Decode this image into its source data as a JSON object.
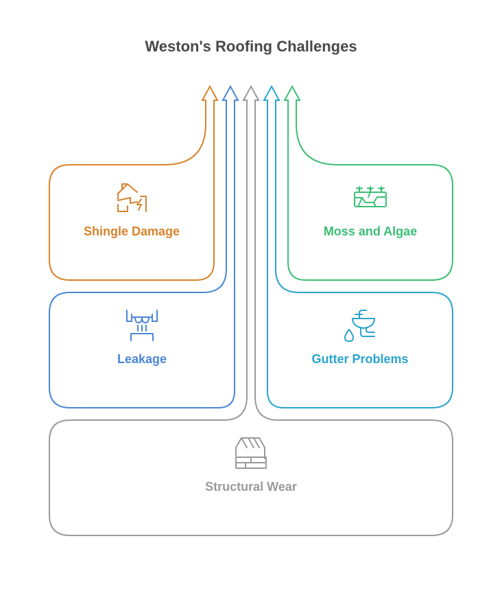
{
  "title": "Weston's Roofing Challenges",
  "colors": {
    "shingle": "#d9822b",
    "leakage": "#4a86d6",
    "structural": "#9a9a9a",
    "gutter": "#2aa3cf",
    "moss": "#3cbf75",
    "title": "#484848"
  },
  "items": {
    "shingle": {
      "label": "Shingle Damage",
      "icon": "broken-house-icon"
    },
    "leakage": {
      "label": "Leakage",
      "icon": "dripping-pipe-icon"
    },
    "structural": {
      "label": "Structural Wear",
      "icon": "house-bricks-icon"
    },
    "gutter": {
      "label": "Gutter Problems",
      "icon": "faucet-drop-icon"
    },
    "moss": {
      "label": "Moss and Algae",
      "icon": "cracked-ground-sprouts-icon"
    }
  }
}
